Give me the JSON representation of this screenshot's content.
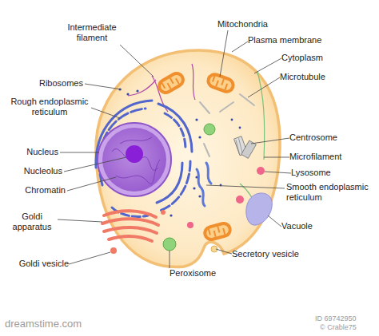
{
  "diagram": {
    "labels": [
      "Intermediate filament",
      "Mitochondria",
      "Plasma membrane",
      "Cytoplasm",
      "Ribosomes",
      "Microtubule",
      "Rough endoplasmic reticulum",
      "Centrosome",
      "Nucleus",
      "Microfilament",
      "Nucleolus",
      "Lysosome",
      "Chromatin",
      "Smooth endoplasmic reticulum",
      "Goldi apparatus",
      "Vacuole",
      "Secretory vesicle",
      "Goldi vesicle",
      "Peroxisome",
      "dreamstime.com",
      "ID 69742950",
      "© Crable75"
    ]
  }
}
